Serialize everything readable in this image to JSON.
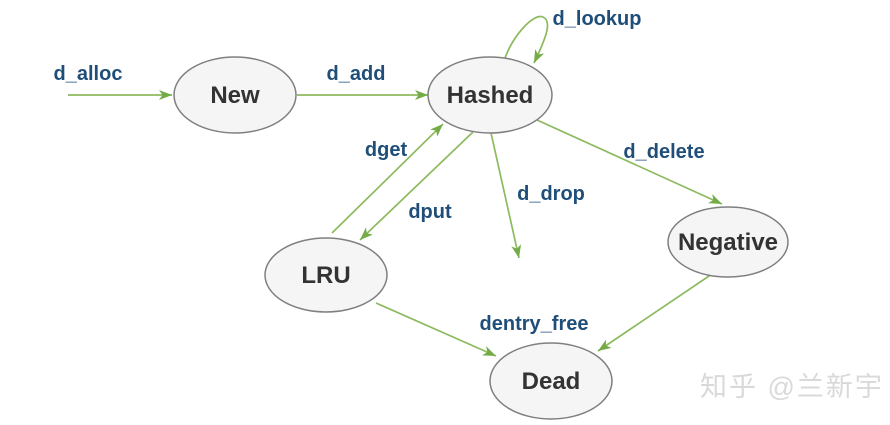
{
  "diagram": {
    "nodes": [
      {
        "id": "new",
        "label": "New"
      },
      {
        "id": "hashed",
        "label": "Hashed"
      },
      {
        "id": "lru",
        "label": "LRU"
      },
      {
        "id": "negative",
        "label": "Negative"
      },
      {
        "id": "dead",
        "label": "Dead"
      }
    ],
    "edges": [
      {
        "label": "d_alloc",
        "from": null,
        "to": "new"
      },
      {
        "label": "d_add",
        "from": "new",
        "to": "hashed"
      },
      {
        "label": "d_lookup",
        "from": "hashed",
        "to": "hashed"
      },
      {
        "label": "dget",
        "from": "lru",
        "to": "hashed"
      },
      {
        "label": "dput",
        "from": "hashed",
        "to": "lru"
      },
      {
        "label": "d_drop",
        "from": "hashed",
        "to": null
      },
      {
        "label": "d_delete",
        "from": "hashed",
        "to": "negative"
      },
      {
        "label": "dentry_free",
        "from": "lru",
        "to": "dead"
      },
      {
        "label": "dentry_free",
        "from": "negative",
        "to": "dead"
      }
    ],
    "watermark": "知乎 @兰新宇",
    "colors": {
      "arrow_line": "#8cba5e",
      "arrow_head": "#74ab47",
      "edge_label": "#1f4e79",
      "node_fill": "#f5f5f5",
      "node_border": "#7f7f7f",
      "node_text": "#333333",
      "watermark": "#d9d9d9",
      "background": "#ffffff"
    }
  }
}
